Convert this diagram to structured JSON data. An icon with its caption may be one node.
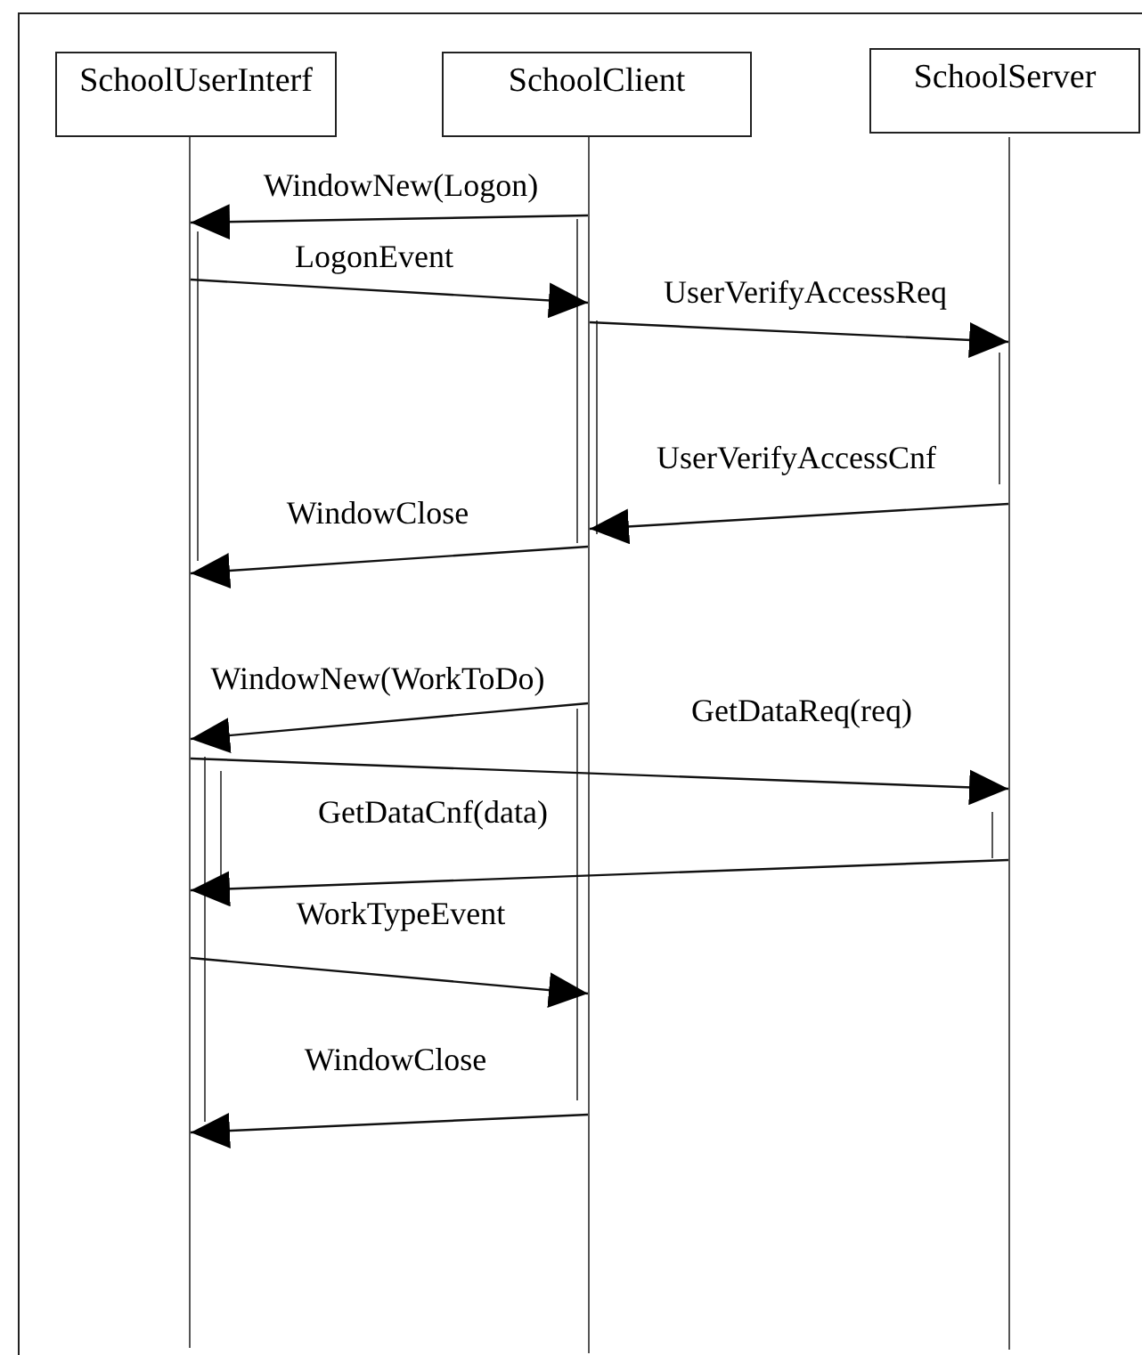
{
  "diagram": {
    "nodes": [
      {
        "text": [
          "SchoolUserInterf"
        ]
      },
      {
        "text": [
          "SchoolClient"
        ]
      },
      {
        "text": [
          "SchoolServer"
        ]
      },
      {
        "text": [],
        "shape": "bar"
      },
      {
        "text": [],
        "shape": "bar"
      },
      {
        "text": [],
        "shape": "bar"
      }
    ],
    "edges": [
      {
        "from": 4,
        "to": 3,
        "arrow": "to",
        "label": "WindowNew(Logon)"
      },
      {
        "from": 3,
        "to": 4,
        "arrow": "to",
        "label": "LogonEvent"
      },
      {
        "from": 4,
        "to": 5,
        "arrow": "to",
        "label": "UserVerifyAccessReq"
      },
      {
        "from": 5,
        "to": 4,
        "arrow": "to",
        "label": "UserVerifyAccessCnf"
      },
      {
        "from": 4,
        "to": 3,
        "arrow": "to",
        "label": "WindowClose"
      },
      {
        "from": 4,
        "to": 3,
        "arrow": "to",
        "label": "WindowNew(WorkToDo)"
      },
      {
        "from": 3,
        "to": 5,
        "arrow": "to",
        "label": "GetDataReq(req)"
      },
      {
        "from": 5,
        "to": 3,
        "arrow": "to",
        "label": "GetDataCnf(data)"
      },
      {
        "from": 3,
        "to": 4,
        "arrow": "to",
        "label": "WorkTypeEvent"
      },
      {
        "from": 4,
        "to": 3,
        "arrow": "to",
        "label": "WindowClose"
      }
    ]
  }
}
